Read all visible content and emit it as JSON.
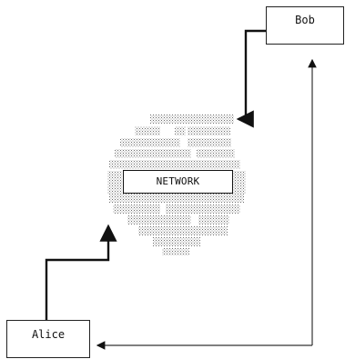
{
  "nodes": {
    "bob": {
      "label": "Bob"
    },
    "alice": {
      "label": "Alice"
    },
    "network": {
      "label": "NETWORK"
    }
  },
  "colors": {
    "line": "#111111",
    "line_thin": "#333333",
    "cloud_dots": "#7a7a7a",
    "background": "#ffffff"
  }
}
